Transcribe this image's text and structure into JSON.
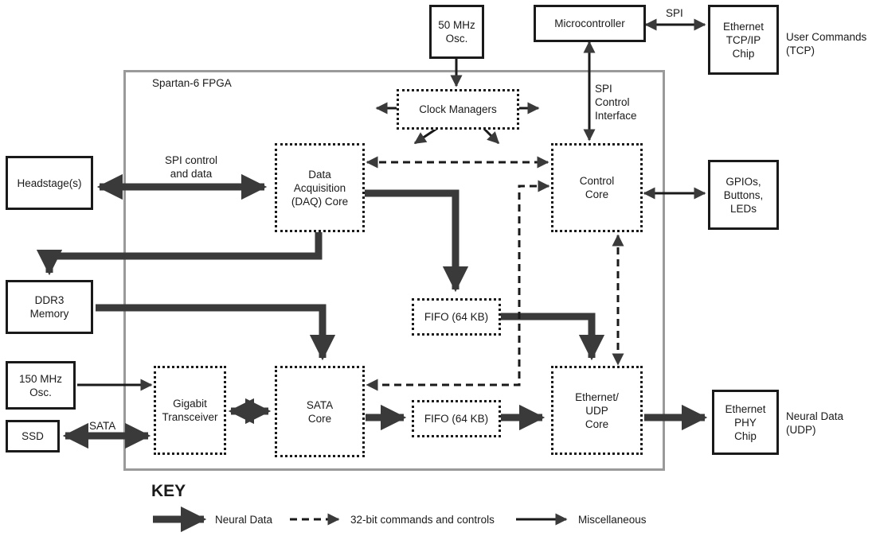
{
  "fpga": {
    "label": "Spartan-6 FPGA"
  },
  "blocks": {
    "osc50": "50 MHz\nOsc.",
    "microcontroller": "Microcontroller",
    "ethernet_tcp": "Ethernet\nTCP/IP\nChip",
    "clock_managers": "Clock Managers",
    "headstage": "Headstage(s)",
    "daq_core": "Data\nAcquisition\n(DAQ) Core",
    "control_core": "Control\nCore",
    "gpios": "GPIOs,\nButtons,\nLEDs",
    "ddr3": "DDR3\nMemory",
    "fifo_top": "FIFO (64 KB)",
    "osc150": "150 MHz\nOsc.",
    "gigabit": "Gigabit\nTransceiver",
    "sata_core": "SATA\nCore",
    "fifo_bottom": "FIFO (64 KB)",
    "ethernet_udp": "Ethernet/\nUDP\nCore",
    "ethernet_phy": "Ethernet\nPHY\nChip",
    "ssd": "SSD"
  },
  "labels": {
    "spi": "SPI",
    "user_commands": "User Commands\n(TCP)",
    "spi_control_interface": "SPI\nControl\nInterface",
    "spi_control_data": "SPI control\nand data",
    "sata": "SATA",
    "neural_data_udp": "Neural Data\n(UDP)"
  },
  "key": {
    "title": "KEY",
    "neural": "Neural Data",
    "commands": "32-bit commands and controls",
    "misc": "Miscellaneous"
  },
  "colors": {
    "line": "#3a3a3a",
    "fpga_border": "#9a9a9a"
  }
}
